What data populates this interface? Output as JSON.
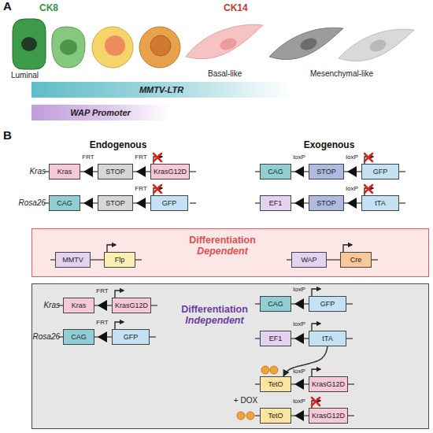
{
  "diagram": {
    "nodes": [
      {
        "text": [
          "MMTV-LTR"
        ]
      },
      {
        "text": [
          "WAP Promoter"
        ]
      },
      {
        "text": [
          "Kras"
        ]
      },
      {
        "text": [
          "STOP"
        ]
      },
      {
        "text": [
          "KrasG12D"
        ]
      },
      {
        "text": [
          "CAG"
        ]
      },
      {
        "text": [
          "STOP"
        ]
      },
      {
        "text": [
          "GFP"
        ]
      },
      {
        "text": [
          "CAG"
        ]
      },
      {
        "text": [
          "STOP"
        ]
      },
      {
        "text": [
          "GFP"
        ]
      },
      {
        "text": [
          "EF1"
        ]
      },
      {
        "text": [
          "STOP"
        ]
      },
      {
        "text": [
          "tTA"
        ]
      },
      {
        "text": [
          "Differentiation",
          "Dependent"
        ]
      },
      {
        "text": [
          "MMTV"
        ],
        "in": 14
      },
      {
        "text": [
          "Flp"
        ],
        "in": 14
      },
      {
        "text": [
          "WAP"
        ],
        "in": 14
      },
      {
        "text": [
          "Cre"
        ],
        "in": 14
      },
      {
        "text": [
          "Differentiation",
          "Independent"
        ]
      },
      {
        "text": [
          "Kras"
        ],
        "in": 19
      },
      {
        "text": [
          "KrasG12D"
        ],
        "in": 19
      },
      {
        "text": [
          "CAG"
        ],
        "in": 19
      },
      {
        "text": [
          "GFP"
        ],
        "in": 19
      },
      {
        "text": [
          "CAG"
        ],
        "in": 19
      },
      {
        "text": [
          "GFP"
        ],
        "in": 19
      },
      {
        "text": [
          "EF1"
        ],
        "in": 19
      },
      {
        "text": [
          "tTA"
        ],
        "in": 19
      },
      {
        "text": [
          "TetO"
        ],
        "in": 19
      },
      {
        "text": [
          "KrasG12D"
        ],
        "in": 19
      },
      {
        "text": [
          "TetO"
        ],
        "in": 19
      },
      {
        "text": [
          "KrasG12D"
        ],
        "in": 19
      }
    ],
    "edges": [
      {
        "from": 2,
        "to": 3,
        "arrow": "none"
      },
      {
        "from": 3,
        "to": 4,
        "arrow": "none"
      },
      {
        "from": 5,
        "to": 6,
        "arrow": "none"
      },
      {
        "from": 6,
        "to": 7,
        "arrow": "none"
      },
      {
        "from": 8,
        "to": 9,
        "arrow": "none"
      },
      {
        "from": 9,
        "to": 10,
        "arrow": "none"
      },
      {
        "from": 11,
        "to": 12,
        "arrow": "none"
      },
      {
        "from": 12,
        "to": 13,
        "arrow": "none"
      },
      {
        "from": 15,
        "to": 16,
        "arrow": "none"
      },
      {
        "from": 17,
        "to": 18,
        "arrow": "none"
      },
      {
        "from": 20,
        "to": 21,
        "arrow": "none"
      },
      {
        "from": 22,
        "to": 23,
        "arrow": "none"
      },
      {
        "from": 24,
        "to": 25,
        "arrow": "none"
      },
      {
        "from": 26,
        "to": 27,
        "arrow": "none"
      },
      {
        "from": 27,
        "to": 28,
        "arrow": "to"
      },
      {
        "from": 28,
        "to": 29,
        "arrow": "none"
      },
      {
        "from": 30,
        "to": 31,
        "arrow": "none"
      }
    ],
    "labels": [
      "A",
      "CK8",
      "CK14",
      "Luminal",
      "Basal-like",
      "Mesenchymal-like",
      "B",
      "Endogenous",
      "Exogenous",
      "Kras",
      "FRT",
      "FRT",
      "Rosa26",
      "FRT",
      "loxP",
      "loxP",
      "loxP",
      "Kras",
      "FRT",
      "Rosa26",
      "FRT",
      "loxP",
      "loxP",
      "loxP",
      "+ DOX",
      "loxP"
    ]
  }
}
